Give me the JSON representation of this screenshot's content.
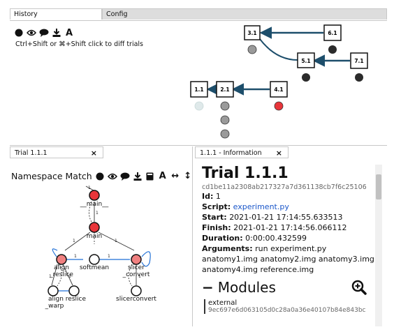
{
  "tabs": [
    {
      "label": "History"
    },
    {
      "label": "Config"
    }
  ],
  "toolbar": {
    "icons": [
      "circle-icon",
      "eye-icon",
      "speech-bubble-icon",
      "download-icon",
      "font-icon"
    ],
    "font_glyph": "A"
  },
  "hint": "Ctrl+Shift or ⌘+Shift click to diff trials",
  "history": {
    "nodes": [
      {
        "id": "3.1",
        "label": "3.1"
      },
      {
        "id": "6.1",
        "label": "6.1"
      },
      {
        "id": "5.1",
        "label": "5.1"
      },
      {
        "id": "7.1",
        "label": "7.1"
      },
      {
        "id": "1.1",
        "label": "1.1"
      },
      {
        "id": "2.1",
        "label": "2.1"
      },
      {
        "id": "4.1",
        "label": "4.1"
      }
    ]
  },
  "trial_panel": {
    "tab": "Trial 1.1.1",
    "close": "×",
    "namespace_label": "Namespace Match",
    "arrows_h": "↔",
    "arrows_v": "↕"
  },
  "graph": {
    "nodes": [
      {
        "id": "main1",
        "label": "__main__"
      },
      {
        "id": "main2",
        "label": "main"
      },
      {
        "id": "align",
        "label": "align\n_reslice"
      },
      {
        "id": "softmean",
        "label": "softmean"
      },
      {
        "id": "slicer",
        "label": "slicer\n_convert"
      },
      {
        "id": "warp",
        "label": "align reslice\n_warp"
      },
      {
        "id": "slicerconvert",
        "label": "slicerconvert"
      }
    ],
    "edge_labels": [
      "1",
      "1",
      "1",
      "1",
      "1",
      "1",
      "1",
      "1",
      "1"
    ]
  },
  "info_panel": {
    "tab": "1.1.1 - Information",
    "close": "×",
    "title": "Trial 1.1.1",
    "hash": "cd1be11a2308ab217327a7d361138cb7f6c25106",
    "id_label": "Id:",
    "id": "1",
    "script_label": "Script:",
    "script": "experiment.py",
    "start_label": "Start:",
    "start": "2021-01-21 17:14:55.633513",
    "finish_label": "Finish:",
    "finish": "2021-01-21 17:14:56.066112",
    "duration_label": "Duration:",
    "duration": "0:00:00.432599",
    "args_label": "Arguments:",
    "args_line1": "run experiment.py",
    "args_line2": "anatomy1.img anatomy2.img anatomy3.img",
    "args_line3": "anatomy4.img reference.img",
    "modules_dash": "−",
    "modules_title": "Modules",
    "module_name": "external",
    "module_hash": "9ec697e6d063105d0c28a0a36e40107b84e843bc"
  },
  "colors": {
    "accent": "#1d4e6b",
    "red": "#e8353a",
    "pink": "#f08080",
    "grey": "#9a9a9a",
    "dark": "#2b2b2b",
    "link": "#1a56c9"
  }
}
